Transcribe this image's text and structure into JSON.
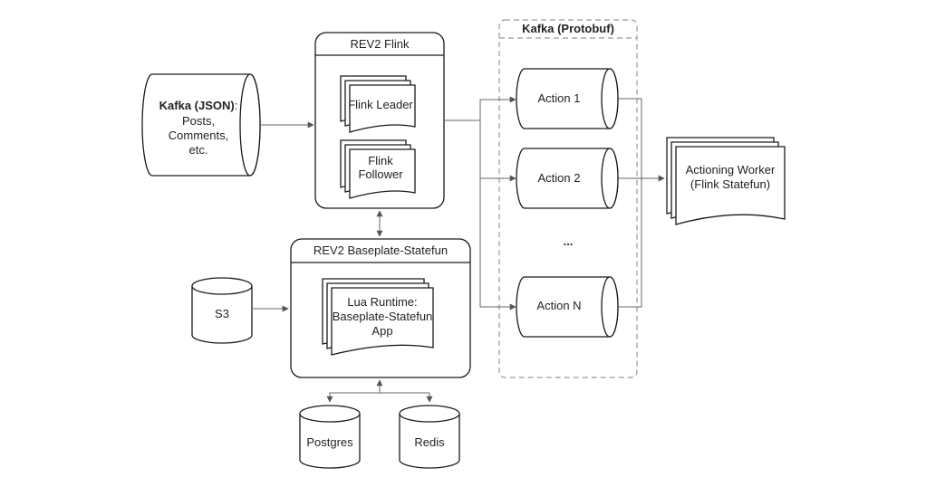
{
  "kafka_json": {
    "title": "Kafka (JSON)",
    "title_suffix": ":",
    "line1": "Posts,",
    "line2": "Comments,",
    "line3": "etc."
  },
  "rev2_flink": {
    "title": "REV2 Flink",
    "leader": "Flink Leader",
    "follower_line1": "Flink",
    "follower_line2": "Follower"
  },
  "baseplate_statefun": {
    "title": "REV2 Baseplate-Statefun",
    "runtime_line1": "Lua Runtime:",
    "runtime_line2": "Baseplate-Statefun",
    "runtime_line3": "App"
  },
  "kafka_protobuf": {
    "title": "Kafka (Protobuf)",
    "action1": "Action 1",
    "action2": "Action 2",
    "ellipsis": "...",
    "actionN": "Action N"
  },
  "actioning_worker": {
    "line1": "Actioning Worker",
    "line2": "(Flink Statefun)"
  },
  "stores": {
    "s3": "S3",
    "postgres": "Postgres",
    "redis": "Redis"
  },
  "colors": {
    "stroke": "#1a1a1a",
    "connector": "#666666",
    "dashed_border": "#999999"
  }
}
